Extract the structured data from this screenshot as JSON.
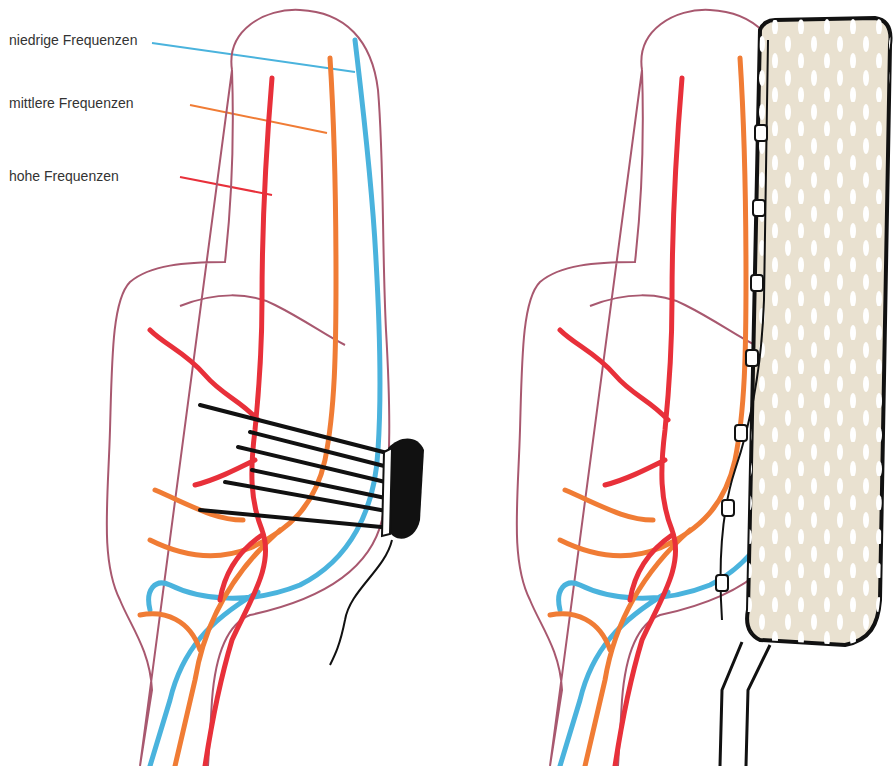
{
  "diagram": {
    "labels": [
      "niedrige Frequenzen",
      "mittlere Frequenzen",
      "hohe Frequenzen"
    ]
  }
}
